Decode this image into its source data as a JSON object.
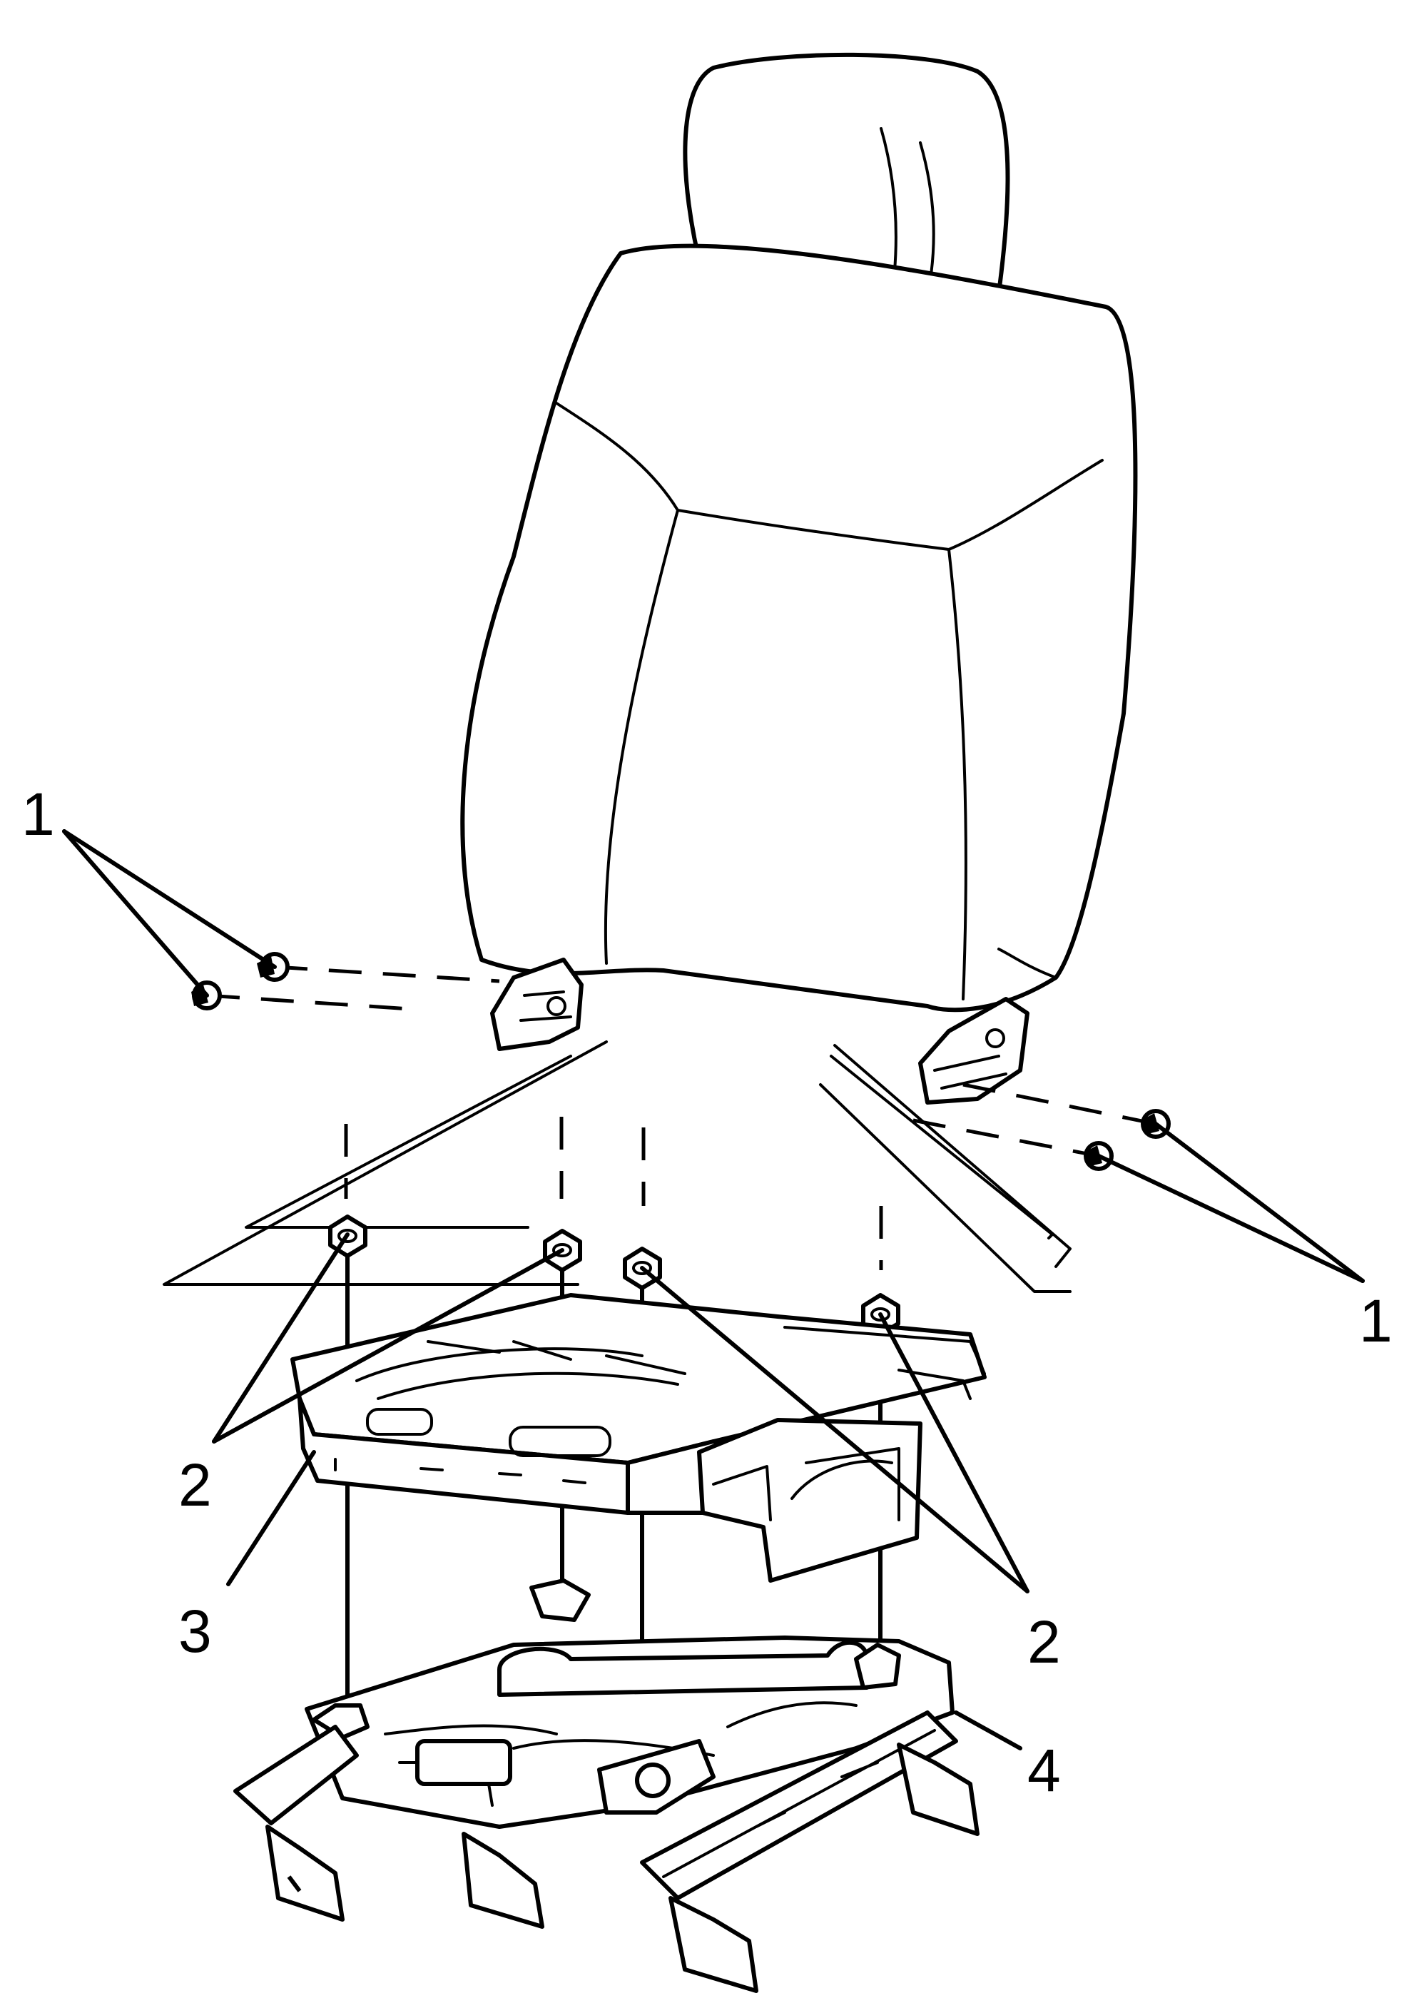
{
  "callouts": {
    "c1_left": "1",
    "c1_right": "1",
    "c2_left": "2",
    "c2_right": "2",
    "c3": "3",
    "c4": "4"
  }
}
